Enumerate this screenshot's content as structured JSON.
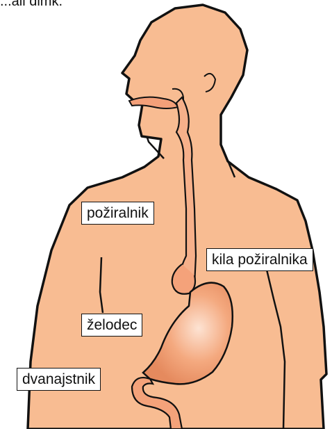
{
  "header_fragment": "...ali dimk.",
  "labels": {
    "esophagus": "požiralnik",
    "hiatal_hernia": "kila požiralnika",
    "stomach": "želodec",
    "duodenum": "dvanajstnik"
  },
  "colors": {
    "skin": "#f8bc92",
    "outline": "#111111",
    "organ_light": "#fbd6c0",
    "organ_dark": "#e9895e",
    "mouth": "#f3a079"
  }
}
